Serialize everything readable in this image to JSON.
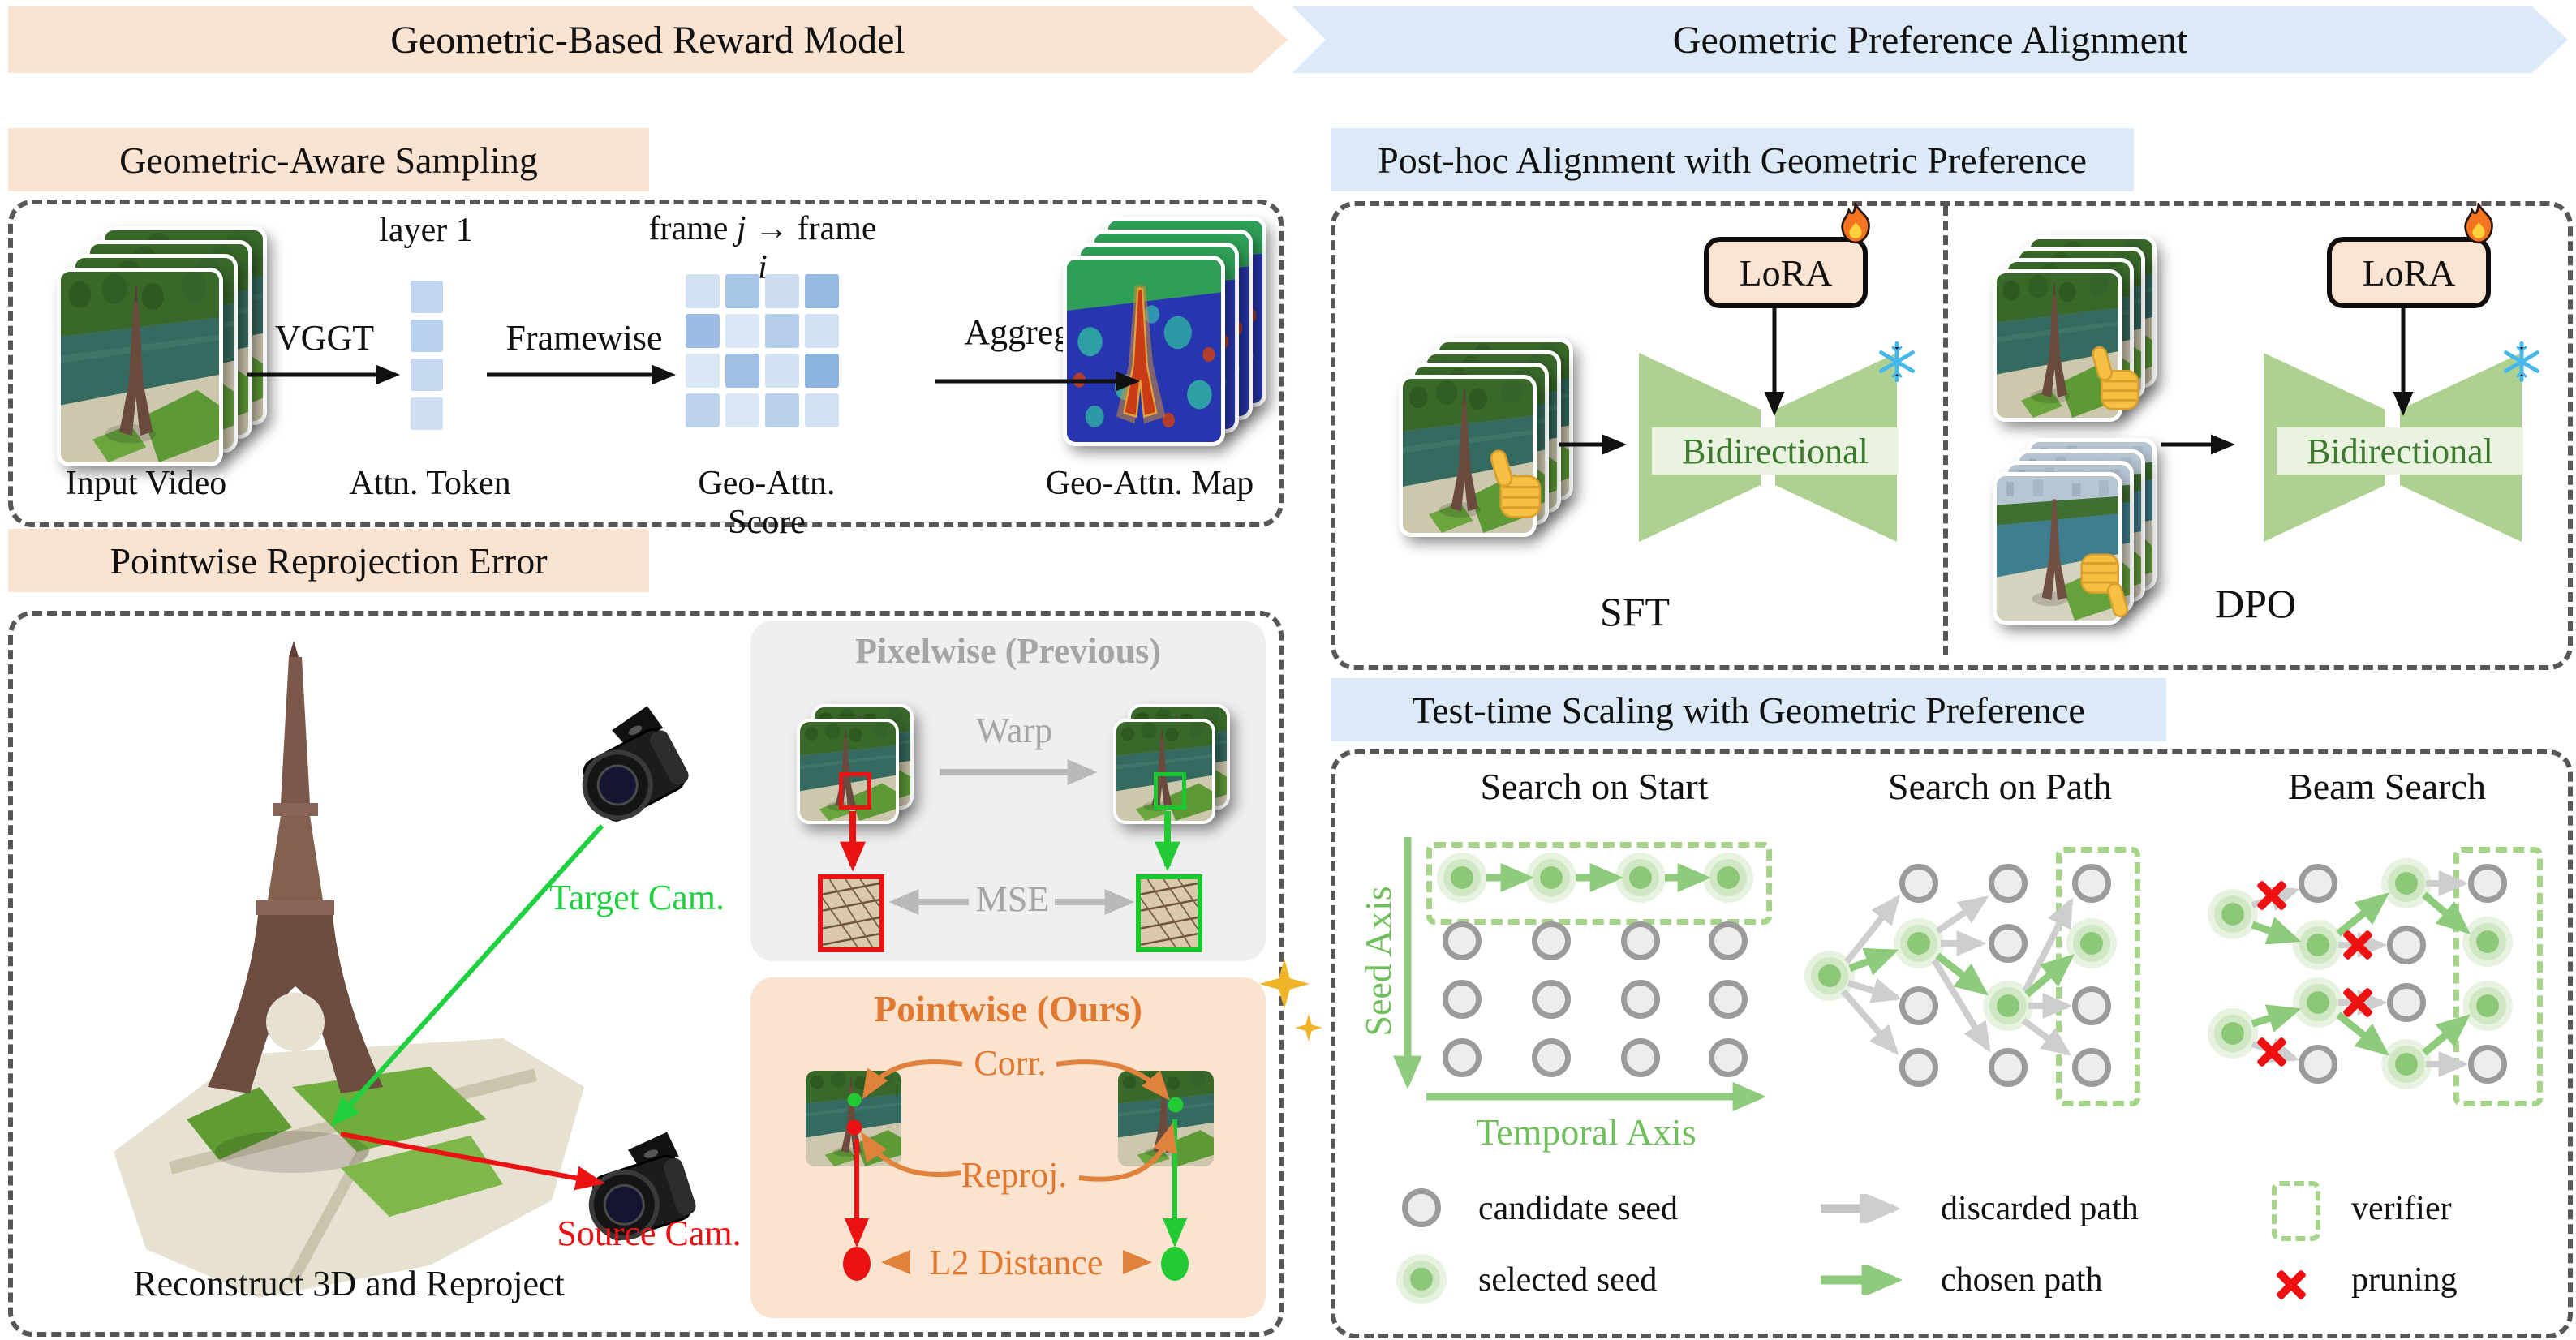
{
  "banners": {
    "left": "Geometric-Based Reward Model",
    "right": "Geometric Preference Alignment"
  },
  "sampling": {
    "label": "Geometric-Aware Sampling",
    "input_video": "Input Video",
    "vggt": "VGGT",
    "layer": "layer 1",
    "attn_token": "Attn. Token",
    "framewise": "Framewise",
    "frame_rel": {
      "f1": "frame",
      "j": "j",
      "arrow": "→",
      "f2": "frame",
      "i": "i"
    },
    "geo_score": "Geo-Attn. Score",
    "aggregate": "Aggregate",
    "geo_map": "Geo-Attn. Map",
    "token_opacities": [
      0.55,
      0.62,
      0.5,
      0.42
    ],
    "score_grid": [
      [
        0.3,
        0.6,
        0.35,
        0.72
      ],
      [
        0.68,
        0.25,
        0.5,
        0.3
      ],
      [
        0.25,
        0.65,
        0.3,
        0.78
      ],
      [
        0.45,
        0.25,
        0.48,
        0.3
      ]
    ]
  },
  "reprojection": {
    "label": "Pointwise Reprojection Error",
    "target_cam": "Target Cam.",
    "source_cam": "Source Cam.",
    "caption": "Reconstruct 3D and Reproject",
    "pixelwise": {
      "title": "Pixelwise (Previous)",
      "warp": "Warp",
      "mse": "MSE"
    },
    "pointwise": {
      "title": "Pointwise (Ours)",
      "corr": "Corr.",
      "reproj": "Reproj.",
      "l2": "L2 Distance"
    }
  },
  "posthoc": {
    "label": "Post-hoc Alignment with Geometric Preference",
    "lora": "LoRA",
    "bidirectional": "Bidirectional",
    "sft": "SFT",
    "dpo": "DPO"
  },
  "tts": {
    "label": "Test-time Scaling with Geometric Preference",
    "columns": [
      "Search on Start",
      "Search on Path",
      "Beam Search"
    ],
    "seed_axis": "Seed Axis",
    "temporal_axis": "Temporal Axis",
    "legend": {
      "candidate": "candidate seed",
      "selected": "selected seed",
      "discarded": "discarded path",
      "chosen": "chosen path",
      "verifier": "verifier",
      "pruning": "pruning"
    }
  },
  "colors": {
    "peach": "#fbe3d2",
    "light_blue": "#dce9f6",
    "bright_green": "#1fd03f",
    "red": "#ea1212",
    "orange": "#e0782f",
    "tts_green": "#8fcb7c",
    "verifier_green": "#a6d489",
    "gray_arrow": "#b9b9b9",
    "bowtie_green": "#aed191"
  }
}
